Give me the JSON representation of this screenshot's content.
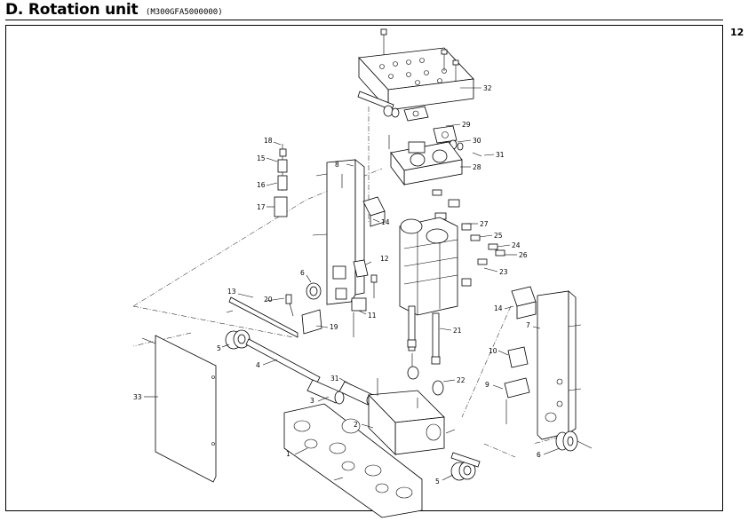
{
  "header": {
    "title": "D. Rotation unit",
    "code": "(M300GFA5000000)",
    "page_number": "12"
  },
  "parts": [
    {
      "id": "p1",
      "label": "1"
    },
    {
      "id": "p2",
      "label": "2"
    },
    {
      "id": "p3",
      "label": "3"
    },
    {
      "id": "p4",
      "label": "4"
    },
    {
      "id": "p5a",
      "label": "5"
    },
    {
      "id": "p5b",
      "label": "5"
    },
    {
      "id": "p6a",
      "label": "6"
    },
    {
      "id": "p6b",
      "label": "6"
    },
    {
      "id": "p7",
      "label": "7"
    },
    {
      "id": "p8",
      "label": "8"
    },
    {
      "id": "p9",
      "label": "9"
    },
    {
      "id": "p10",
      "label": "10"
    },
    {
      "id": "p11",
      "label": "11"
    },
    {
      "id": "p12",
      "label": "12"
    },
    {
      "id": "p13",
      "label": "13"
    },
    {
      "id": "p14a",
      "label": "14"
    },
    {
      "id": "p14b",
      "label": "14"
    },
    {
      "id": "p15",
      "label": "15"
    },
    {
      "id": "p16",
      "label": "16"
    },
    {
      "id": "p17",
      "label": "17"
    },
    {
      "id": "p18",
      "label": "18"
    },
    {
      "id": "p19",
      "label": "19"
    },
    {
      "id": "p20",
      "label": "20"
    },
    {
      "id": "p21",
      "label": "21"
    },
    {
      "id": "p22",
      "label": "22"
    },
    {
      "id": "p23",
      "label": "23"
    },
    {
      "id": "p24",
      "label": "24"
    },
    {
      "id": "p25",
      "label": "25"
    },
    {
      "id": "p26",
      "label": "26"
    },
    {
      "id": "p27",
      "label": "27"
    },
    {
      "id": "p28",
      "label": "28"
    },
    {
      "id": "p29",
      "label": "29"
    },
    {
      "id": "p30",
      "label": "30"
    },
    {
      "id": "p31a",
      "label": "31"
    },
    {
      "id": "p31b",
      "label": "31"
    },
    {
      "id": "p32",
      "label": "32"
    },
    {
      "id": "p33",
      "label": "33"
    }
  ]
}
